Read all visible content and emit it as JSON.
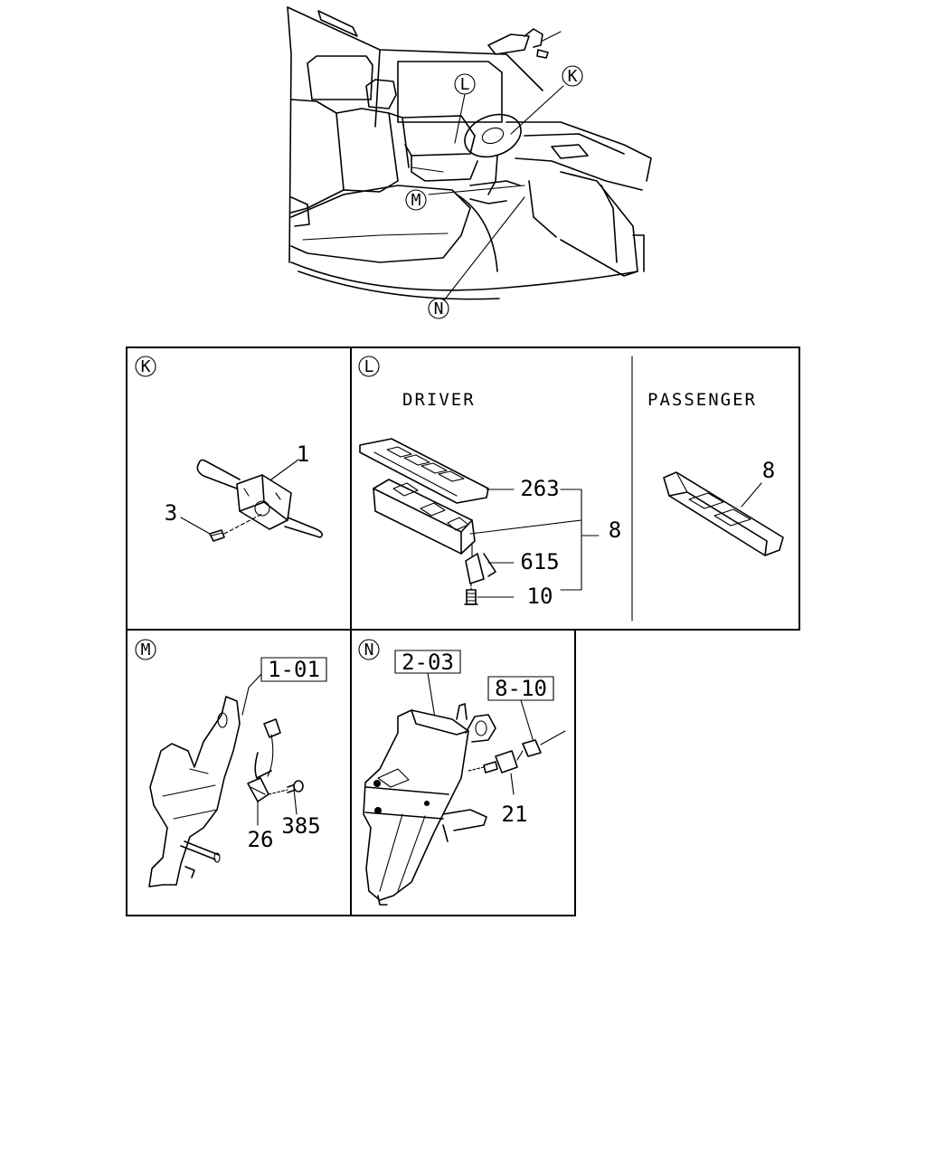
{
  "overview": {
    "callouts": [
      {
        "id": "K",
        "letter": "K"
      },
      {
        "id": "L",
        "letter": "L"
      },
      {
        "id": "M",
        "letter": "M"
      },
      {
        "id": "N",
        "letter": "N"
      }
    ]
  },
  "panels": {
    "K": {
      "letter": "K",
      "labels": {
        "switch": "1",
        "screw": "3"
      }
    },
    "L": {
      "letter": "L",
      "driver_heading": "DRIVER",
      "passenger_heading": "PASSENGER",
      "labels": {
        "bezel": "263",
        "assembly": "8",
        "bracket": "615",
        "bolt": "10",
        "passenger_switch": "8"
      }
    },
    "M": {
      "letter": "M",
      "ref_box": "1-01",
      "labels": {
        "switch": "26",
        "screw": "385"
      }
    },
    "N": {
      "letter": "N",
      "ref_box_pedal": "2-03",
      "ref_box_harness": "8-10",
      "labels": {
        "stop_switch": "21"
      }
    }
  }
}
